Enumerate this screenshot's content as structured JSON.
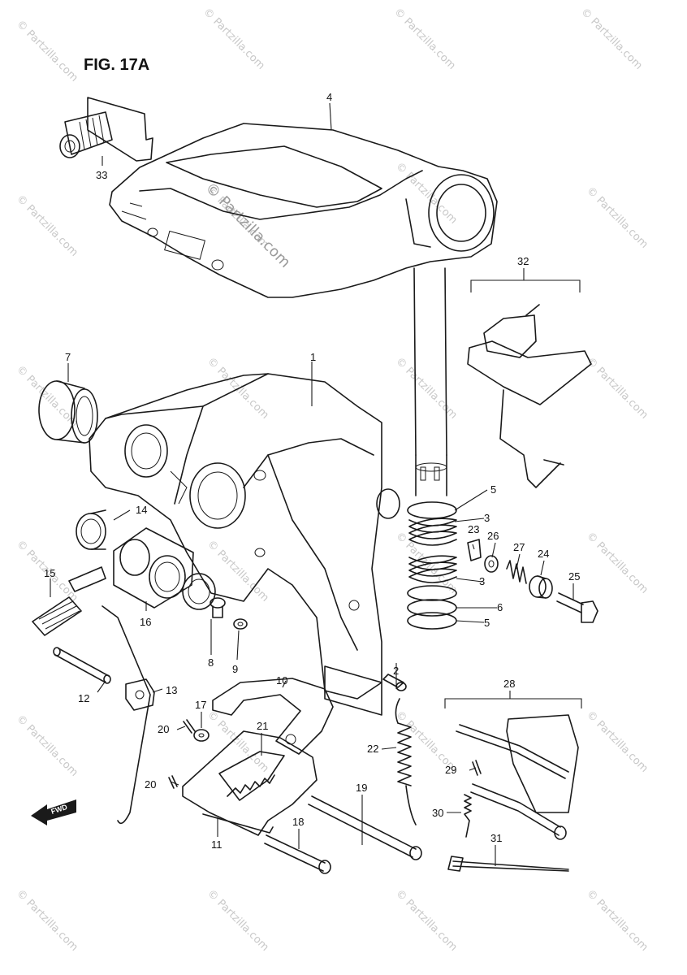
{
  "figure_title": "FIG. 17A",
  "watermark_text": "© Partzilla.com",
  "forward_label": "FWD",
  "callouts": {
    "c1": "1",
    "c2": "2",
    "c3a": "3",
    "c3b": "3",
    "c4": "4",
    "c5a": "5",
    "c5b": "5",
    "c6": "6",
    "c7": "7",
    "c8": "8",
    "c9": "9",
    "c10": "10",
    "c11": "11",
    "c12": "12",
    "c13": "13",
    "c14": "14",
    "c15": "15",
    "c16": "16",
    "c17": "17",
    "c18": "18",
    "c19": "19",
    "c20a": "20",
    "c20b": "20",
    "c21": "21",
    "c22": "22",
    "c23": "23",
    "c24": "24",
    "c25": "25",
    "c26": "26",
    "c27": "27",
    "c28": "28",
    "c29": "29",
    "c30": "30",
    "c31": "31",
    "c32": "32",
    "c33": "33"
  },
  "colors": {
    "line": "#1a1a1a",
    "watermark": "#c8c8c8",
    "background": "#ffffff"
  }
}
